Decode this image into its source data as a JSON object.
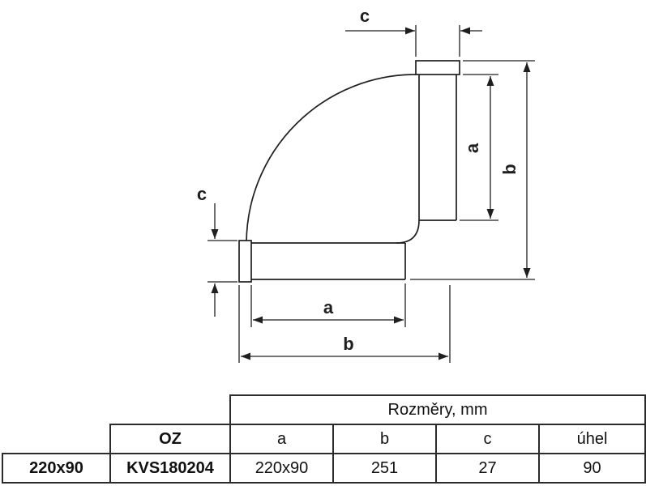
{
  "diagram": {
    "dim_labels": {
      "a": "a",
      "b": "b",
      "c": "c"
    }
  },
  "table": {
    "group_header": "Rozměry, mm",
    "headers": {
      "oz": "OZ",
      "a": "a",
      "b": "b",
      "c": "c",
      "angle": "úhel"
    },
    "row": {
      "size": "220x90",
      "code": "KVS180204",
      "a": "220x90",
      "b": "251",
      "c": "27",
      "angle": "90"
    }
  },
  "colors": {
    "line_color": "#1f1f1f"
  }
}
